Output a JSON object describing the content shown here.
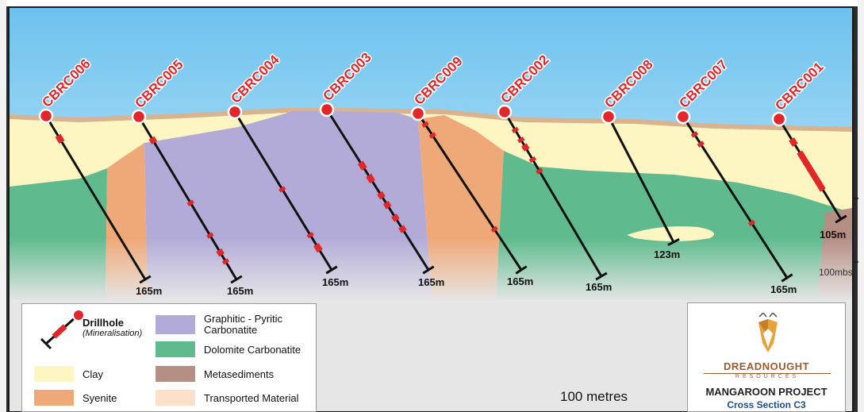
{
  "drillholes": [
    {
      "name": "CBRC006",
      "depth": "165m"
    },
    {
      "name": "CBRC005",
      "depth": "165m"
    },
    {
      "name": "CBRC004",
      "depth": "165m"
    },
    {
      "name": "CBRC003",
      "depth": "165m"
    },
    {
      "name": "CBRC009",
      "depth": "165m"
    },
    {
      "name": "CBRC002",
      "depth": "165m"
    },
    {
      "name": "CBRC008",
      "depth": "123m"
    },
    {
      "name": "CBRC007",
      "depth": "165m"
    },
    {
      "name": "CBRC001",
      "depth": "105m"
    }
  ],
  "depth_marker": "100mbs",
  "legend": {
    "drillhole_label": "Drillhole",
    "drillhole_sub": "(Mineralisation)",
    "items": [
      {
        "label": "Graphitic - Pyritic Carbonatite",
        "color": "#b3abd7"
      },
      {
        "label": "Dolomite Carbonatite",
        "color": "#5fbb8e"
      },
      {
        "label": "Clay",
        "color": "#fdf6c3"
      },
      {
        "label": "Metasediments",
        "color": "#b58e84"
      },
      {
        "label": "Syenite",
        "color": "#efa877"
      },
      {
        "label": "Transported Material",
        "color": "#fce1c8"
      }
    ]
  },
  "scale_label": "100 metres",
  "logo": {
    "brand": "DREADNOUGHT",
    "brand_sub": "RESOURCES",
    "project": "MANGAROON PROJECT",
    "section": "Cross Section C3"
  },
  "colors": {
    "sky_top": "#6cc2ee",
    "sky_bottom": "#ffffff",
    "clay": "#fdf6c3",
    "syenite": "#efa877",
    "graphitic": "#b3abd7",
    "dolomite": "#5fbb8e",
    "metasediments": "#b58e84",
    "mineralisation": "#e3262a",
    "collar": "#e3262a"
  }
}
